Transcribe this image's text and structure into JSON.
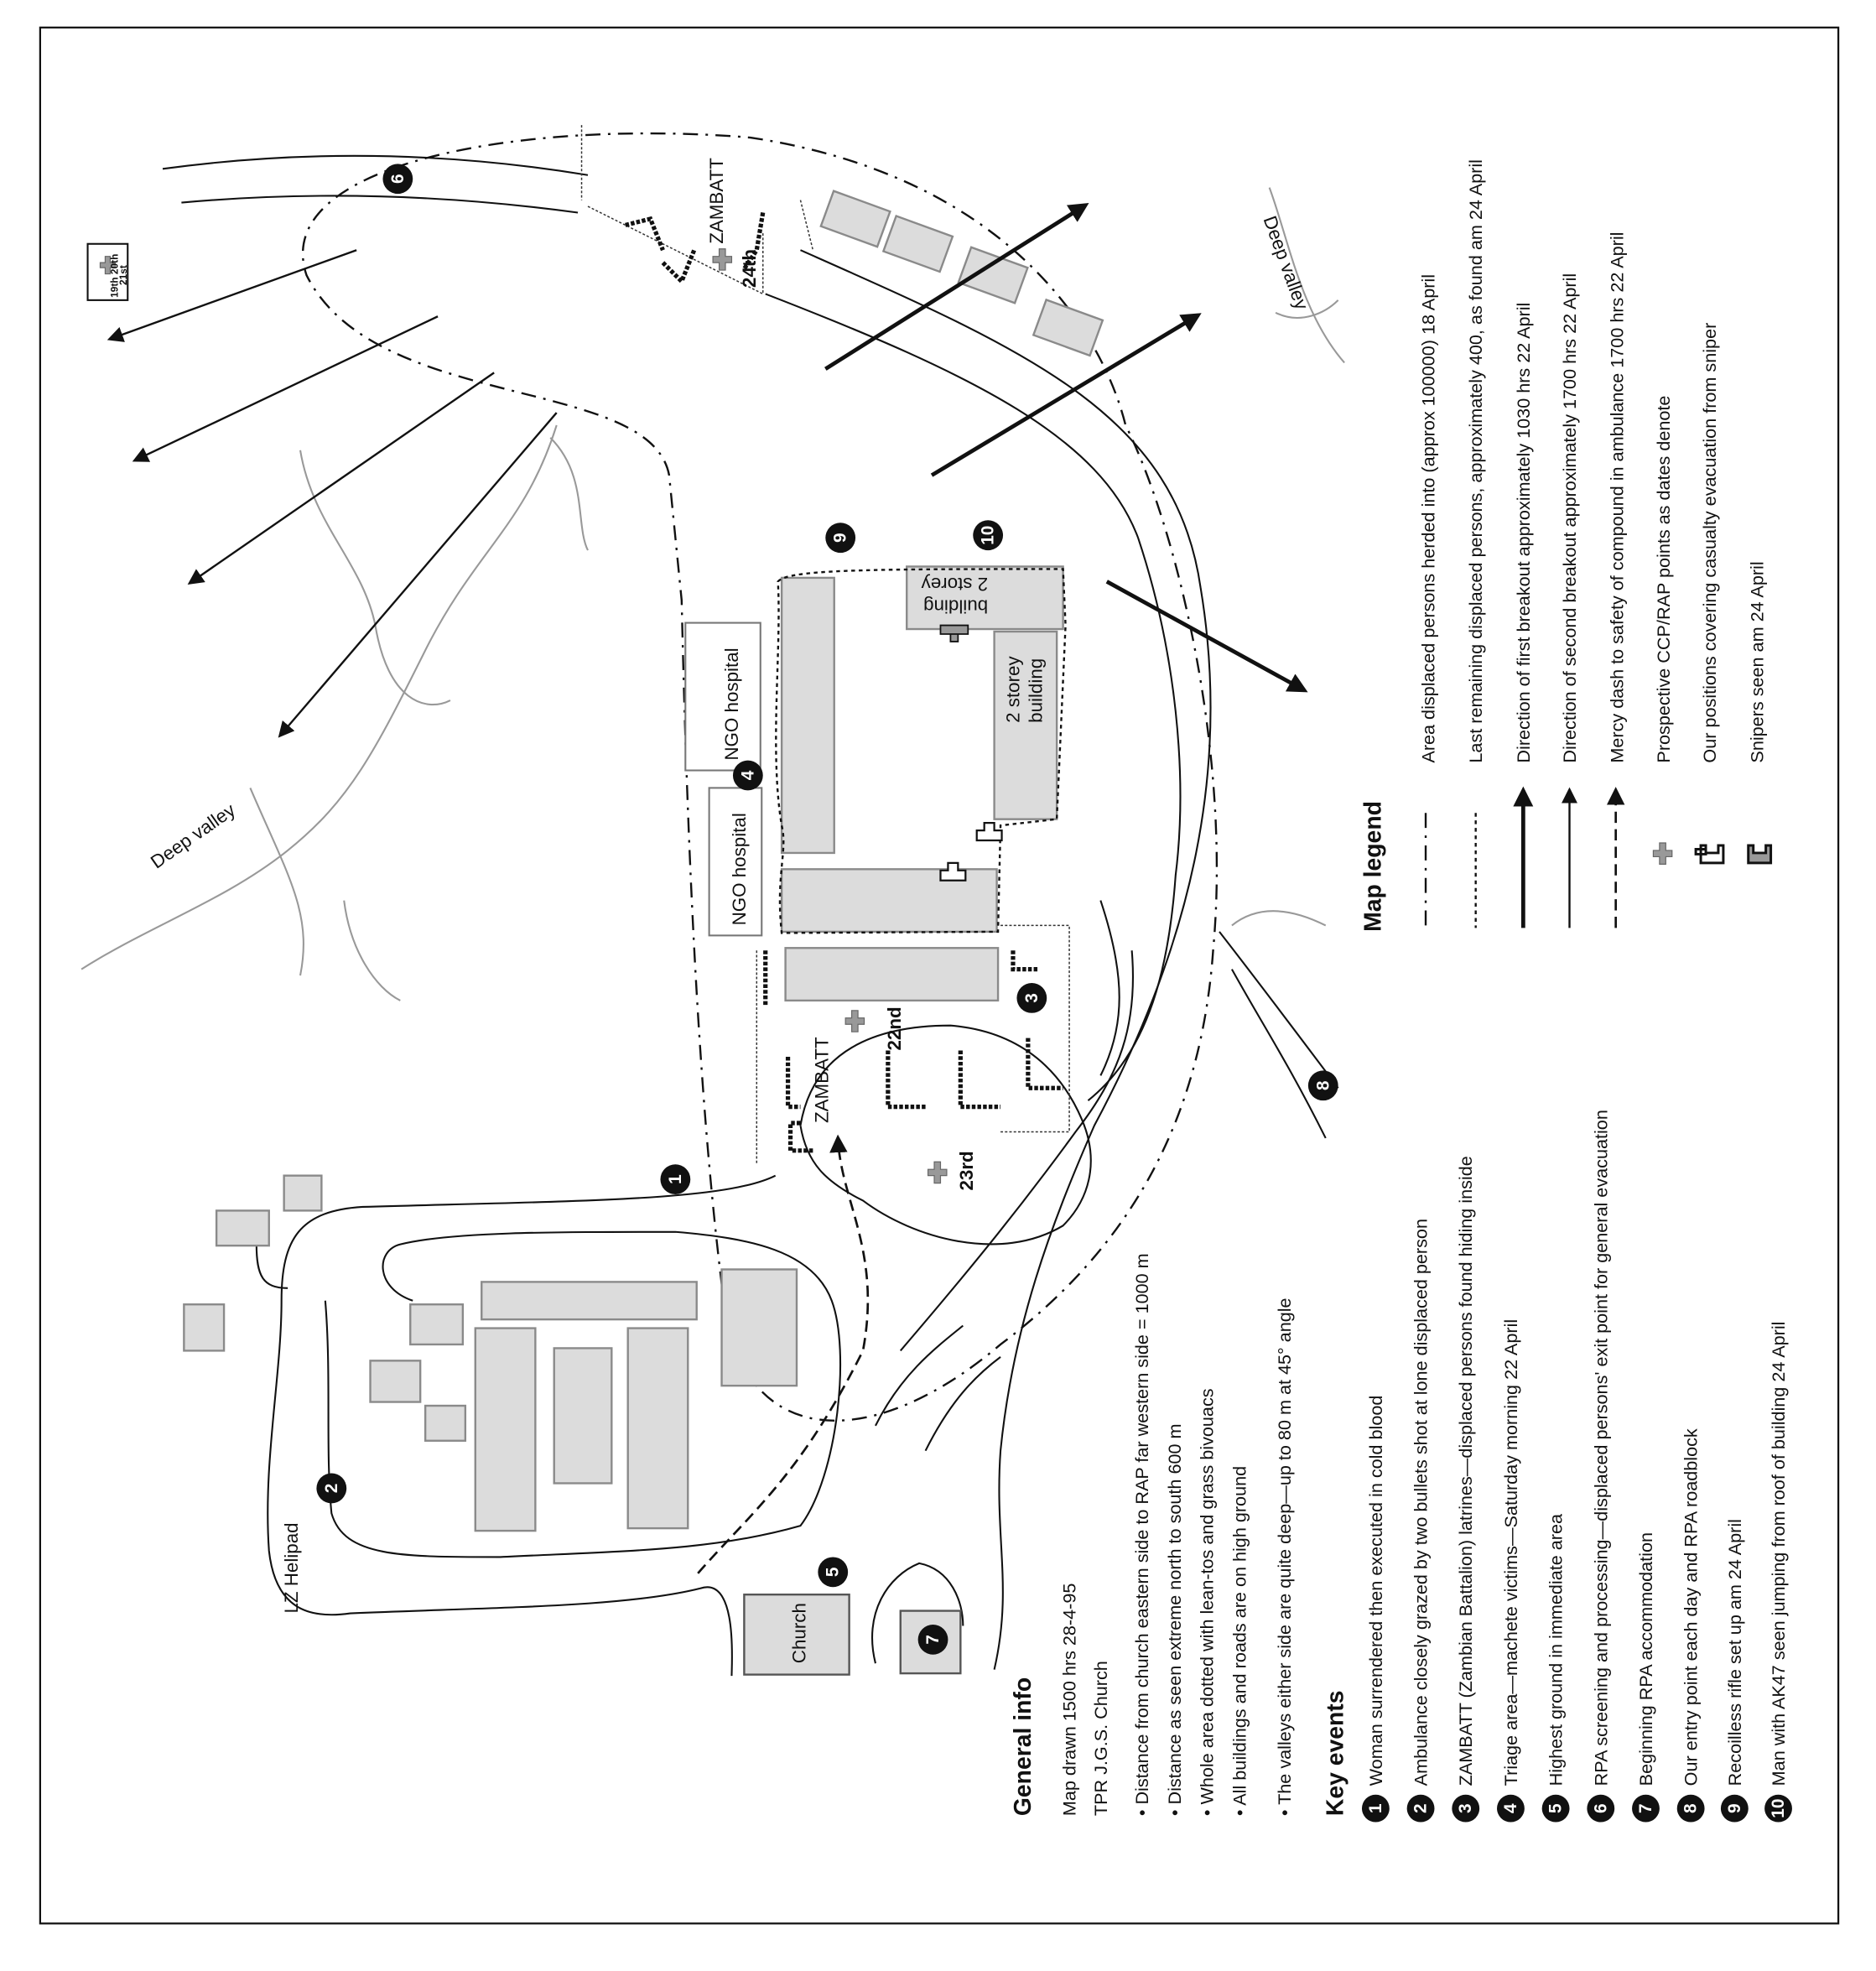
{
  "legend": {
    "title": "Map legend",
    "items": [
      {
        "symbol": "dash-dot-line",
        "label": "Area displaced persons herded into (approx 100000) 18 April"
      },
      {
        "symbol": "dotted-line",
        "label": "Last remaining displaced persons, approximately 400, as found am 24 April"
      },
      {
        "symbol": "thick-arrow",
        "label": "Direction of first breakout approximately 1030 hrs 22 April"
      },
      {
        "symbol": "thin-arrow",
        "label": "Direction of second breakout approximately 1700 hrs 22 April"
      },
      {
        "symbol": "dashed-arrow",
        "label": "Mercy dash to safety of compound in ambulance 1700 hrs 22 April"
      },
      {
        "symbol": "grey-cross",
        "label": "Prospective CCP/RAP points as dates denote"
      },
      {
        "symbol": "white-position",
        "label": "Our positions covering casualty evacuation from sniper"
      },
      {
        "symbol": "grey-position",
        "label": "Snipers seen am 24 April"
      }
    ]
  },
  "general_info": {
    "title": "General info",
    "lines": [
      "Map drawn 1500 hrs 28-4-95",
      "TPR J.G.S. Church"
    ],
    "bullets": [
      "• Distance from church eastern side to RAP far western side = 1000 m",
      "• Distance as seen extreme north to south 600 m",
      "• Whole area dotted with lean-tos and grass bivouacs",
      "• All buildings and roads are on high ground",
      "• The valleys either side are quite deep—up to 80 m at 45° angle"
    ]
  },
  "key_events": {
    "title": "Key events",
    "items": [
      {
        "n": "1",
        "text": "Woman surrendered then executed in cold blood"
      },
      {
        "n": "2",
        "text": "Ambulance closely grazed by two bullets shot at lone displaced person"
      },
      {
        "n": "3",
        "text": "ZAMBATT (Zambian Battalion) latrines—displaced persons found hiding inside"
      },
      {
        "n": "4",
        "text": "Triage area—machete victims—Saturday morning 22 April"
      },
      {
        "n": "5",
        "text": "Highest ground in immediate area"
      },
      {
        "n": "6",
        "text": "RPA screening and processing—displaced persons' exit point for general evacuation"
      },
      {
        "n": "7",
        "text": "Beginning RPA accommodation"
      },
      {
        "n": "8",
        "text": "Our entry point each day and RPA roadblock"
      },
      {
        "n": "9",
        "text": "Recoilless rifle set up am 24 April"
      },
      {
        "n": "10",
        "text": "Man with AK47 seen jumping from roof of building 24 April"
      }
    ]
  },
  "map_labels": {
    "deep_valley_west": "Deep valley",
    "deep_valley_east": "Deep valley",
    "lz_helipad": "LZ Helipad",
    "church": "Church",
    "ngo_hospital_1": "NGO hospital",
    "ngo_hospital_2": "NGO hospital",
    "two_storey_1_a": "2 storey",
    "two_storey_1_b": "building",
    "two_storey_2_a": "2 storey",
    "two_storey_2_b": "building",
    "zambatt_north": "ZAMBATT",
    "zambatt_south": "ZAMBATT",
    "ccp_19": "19th 20th",
    "ccp_21": "21st",
    "ccp_22": "22nd",
    "ccp_23": "23rd",
    "ccp_24": "24th"
  }
}
